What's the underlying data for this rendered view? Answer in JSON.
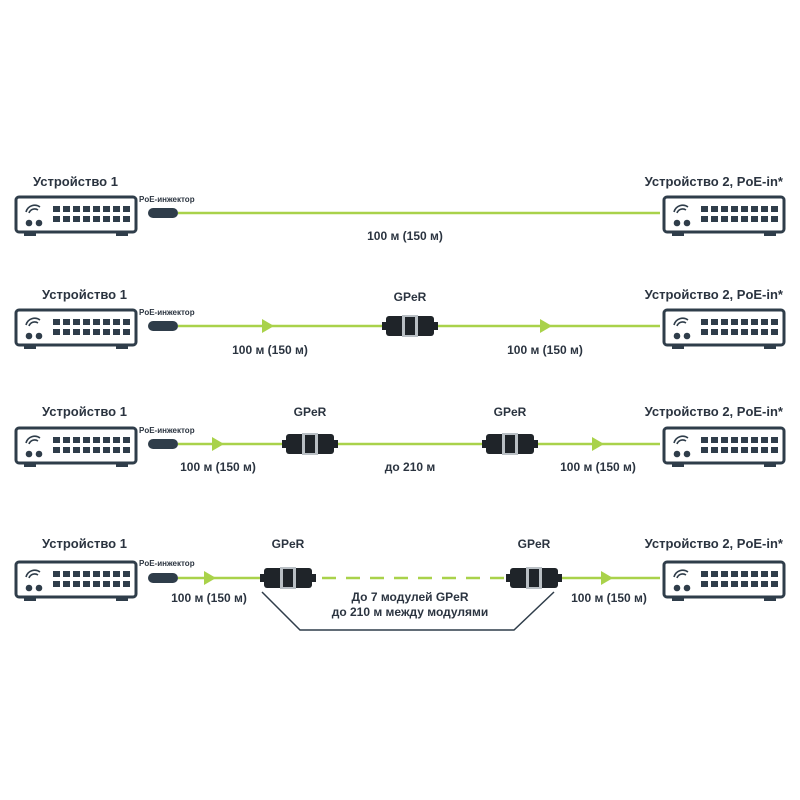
{
  "colors": {
    "link": "#a9d24a",
    "device": "#2f3d4a",
    "text": "#2b3440",
    "gper_body": "#1f2429",
    "gper_band": "#b9bfc4"
  },
  "icons": [
    "router-device-icon",
    "poe-injector-icon",
    "gper-module-icon",
    "arrow-right-icon"
  ],
  "rows": [
    {
      "device1_label": "Устройство 1",
      "device2_label": "Устройство 2, PoE-in*",
      "injector_label": "PoE-инжектор",
      "distance_label": "100 м (150 м)"
    },
    {
      "device1_label": "Устройство 1",
      "device2_label": "Устройство 2, PoE-in*",
      "injector_label": "PoE-инжектор",
      "gper_label": "GPeR",
      "distance_left": "100 м (150 м)",
      "distance_right": "100 м (150 м)"
    },
    {
      "device1_label": "Устройство 1",
      "device2_label": "Устройство 2, PoE-in*",
      "injector_label": "PoE-инжектор",
      "gper1_label": "GPeR",
      "gper2_label": "GPeR",
      "distance_left": "100 м (150 м)",
      "distance_middle": "до 210 м",
      "distance_right": "100 м (150 м)"
    },
    {
      "device1_label": "Устройство 1",
      "device2_label": "Устройство 2, PoE-in*",
      "injector_label": "PoE-инжектор",
      "gper1_label": "GPeR",
      "gper2_label": "GPeR",
      "distance_left": "100 м (150 м)",
      "distance_right": "100 м (150 м)",
      "chain_line1": "До 7 модулей GPeR",
      "chain_line2": "до 210 м между модулями"
    }
  ]
}
